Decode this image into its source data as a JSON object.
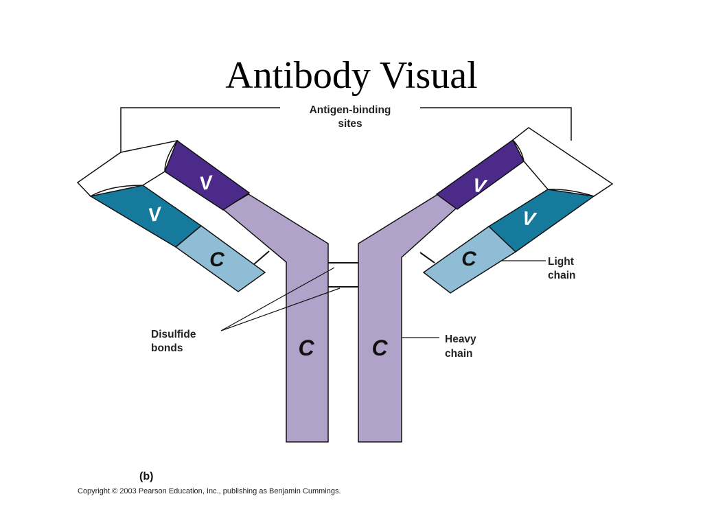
{
  "title": "Antibody Visual",
  "labels": {
    "antigen_binding_line1": "Antigen-binding",
    "antigen_binding_line2": "sites",
    "light_chain_line1": "Light",
    "light_chain_line2": "chain",
    "heavy_chain_line1": "Heavy",
    "heavy_chain_line2": "chain",
    "disulfide_line1": "Disulfide",
    "disulfide_line2": "bonds"
  },
  "segments": {
    "variable": "V",
    "constant": "C"
  },
  "panel_label": "(b)",
  "copyright": "Copyright © 2003 Pearson Education, Inc., publishing as Benjamin Cummings.",
  "colors": {
    "heavy_chain": "#b0a2c8",
    "heavy_variable": "#4b2a8a",
    "light_variable": "#157a9c",
    "light_constant": "#8fbdd6",
    "outline": "#111111"
  }
}
